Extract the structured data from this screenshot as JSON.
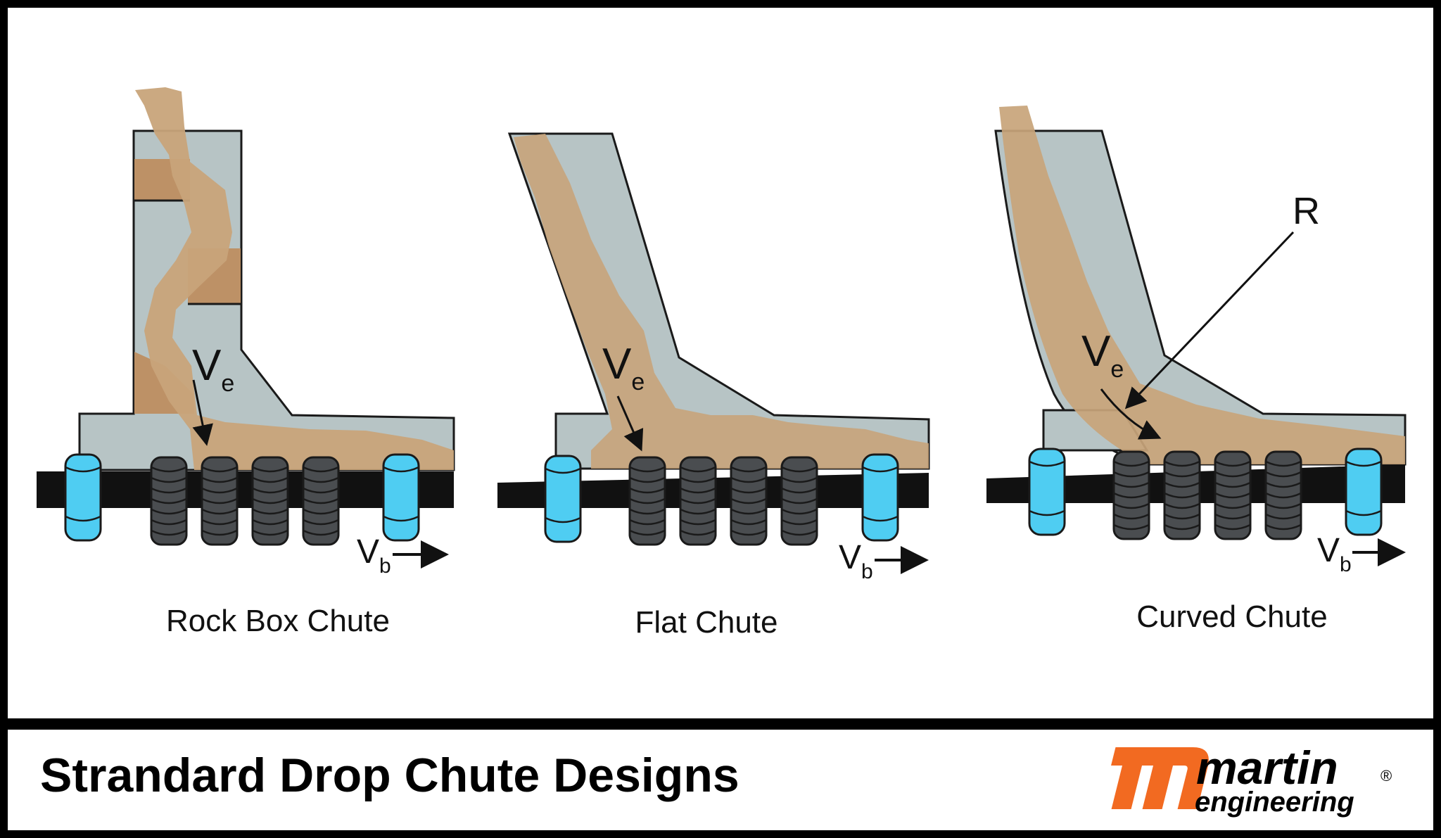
{
  "diagrams": [
    {
      "label": "Rock Box Chute",
      "ve_main": "V",
      "ve_sub": "e",
      "vb_main": "V",
      "vb_sub": "b"
    },
    {
      "label": "Flat Chute",
      "ve_main": "V",
      "ve_sub": "e",
      "vb_main": "V",
      "vb_sub": "b"
    },
    {
      "label": "Curved Chute",
      "ve_main": "V",
      "ve_sub": "e",
      "vb_main": "V",
      "vb_sub": "b",
      "radius_label": "R"
    }
  ],
  "footer": {
    "title": "Strandard Drop Chute Designs",
    "logo_text_top": "martin",
    "logo_text_bottom": "engineering",
    "logo_mark": "®"
  },
  "colors": {
    "chute": "#b7c4c5",
    "material": "#c8a47a",
    "rock_box": "#bd9166",
    "belt": "#111111",
    "idler_dark": "#4a4d50",
    "idler_light": "#4fcdf2",
    "logo_orange": "#f26a21"
  }
}
